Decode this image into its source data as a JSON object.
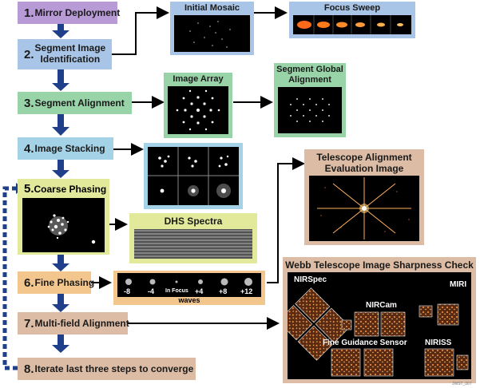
{
  "steps": [
    {
      "num": "1.",
      "label": "Mirror Deployment",
      "color": "#b79ad6"
    },
    {
      "num": "2.",
      "label": "Segment Image",
      "label2": "Identification",
      "color": "#a8c4e6"
    },
    {
      "num": "3.",
      "label": "Segment Alignment",
      "color": "#98d4a8"
    },
    {
      "num": "4.",
      "label": "Image Stacking",
      "color": "#a4d2e6"
    },
    {
      "num": "5.",
      "label": "Coarse Phasing",
      "color": "#e2e99a"
    },
    {
      "num": "6.",
      "label": "Fine Phasing",
      "color": "#f3c68e"
    },
    {
      "num": "7.",
      "label": "Multi-field Alignment",
      "color": "#dcbca4"
    },
    {
      "num": "8.",
      "label": "Iterate last three steps to converge",
      "color": "#dcbca4"
    }
  ],
  "panels": {
    "initial_mosaic": "Initial Mosaic",
    "focus_sweep": "Focus Sweep",
    "image_array": "Image Array",
    "segment_global_alignment_1": "Segment Global",
    "segment_global_alignment_2": "Alignment",
    "dhs_spectra": "DHS Spectra",
    "telescope_eval_1": "Telescope Alignment",
    "telescope_eval_2": "Evaluation Image",
    "sharpness_check": "Webb Telescope Image Sharpness Check"
  },
  "fine_phasing_waves": {
    "labels": [
      "-8",
      "-4",
      "In Focus",
      "+4",
      "+8",
      "+12"
    ],
    "caption": "waves"
  },
  "instruments": {
    "nirspec": "NIRSpec",
    "nircam": "NIRCam",
    "miri": "MIRI",
    "fgs": "Fine Guidance Sensor",
    "niriss": "NIRISS"
  },
  "credit": "JWST_007",
  "colors": {
    "arrow_blue": "#1f3f8a",
    "iterate_dashed": "#1f3f8a",
    "purple": "#b79ad6",
    "lightblue": "#a8c4e6",
    "green": "#98d4a8",
    "cyan": "#a4d2e6",
    "yellow": "#e2e99a",
    "orange": "#f3c68e",
    "tan": "#dcbca4"
  }
}
